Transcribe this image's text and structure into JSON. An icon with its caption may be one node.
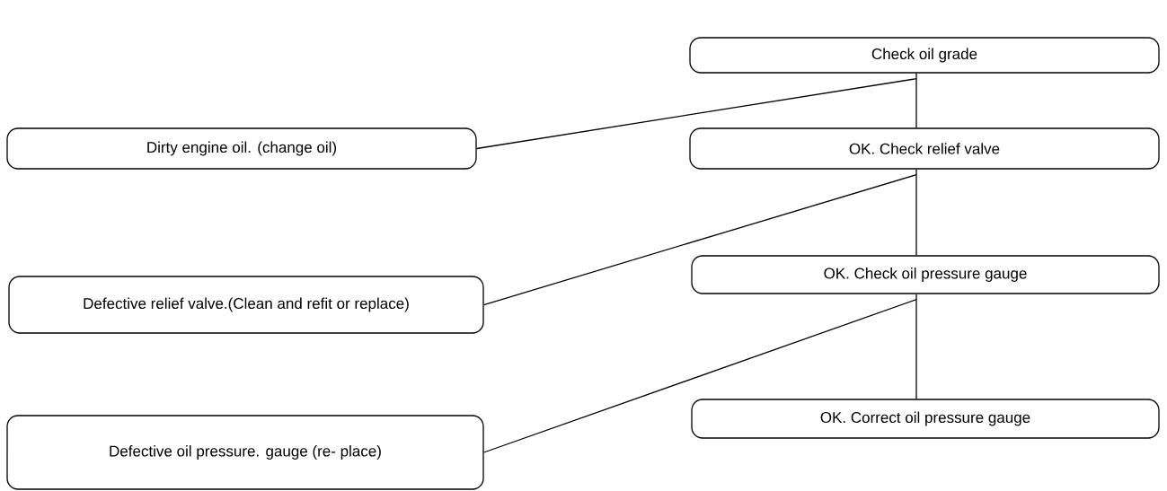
{
  "diagram": {
    "nodes": [
      {
        "text": [
          "Check oil grade"
        ]
      },
      {
        "text": [
          "Dirty engine oil. (change oil)"
        ]
      },
      {
        "text": [
          "OK. Check relief valve"
        ]
      },
      {
        "text": [
          "Defective relief valve.(Clean and refit or replace)"
        ]
      },
      {
        "text": [
          "OK. Check oil pressure gauge"
        ]
      },
      {
        "text": [
          "Defective oil pressure. gauge (re- place)"
        ]
      },
      {
        "text": [
          "OK. Correct oil pressure gauge"
        ]
      }
    ],
    "edges": [
      {
        "from": 0,
        "to": 1,
        "arrow": "none"
      },
      {
        "from": 0,
        "to": 2,
        "arrow": "none"
      },
      {
        "from": 2,
        "to": 3,
        "arrow": "none"
      },
      {
        "from": 2,
        "to": 4,
        "arrow": "none"
      },
      {
        "from": 4,
        "to": 5,
        "arrow": "none"
      },
      {
        "from": 4,
        "to": 6,
        "arrow": "none"
      }
    ]
  }
}
